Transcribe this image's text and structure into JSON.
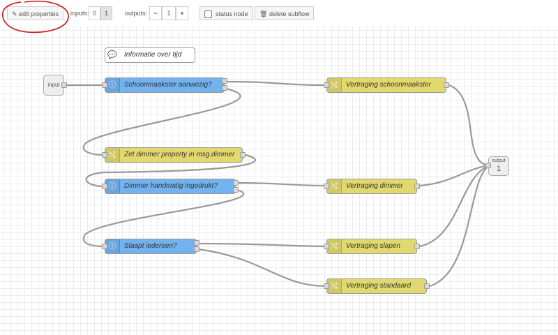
{
  "toolbar": {
    "edit_properties": "edit properties",
    "inputs_label": "inputs:",
    "inputs_options": [
      "0",
      "1"
    ],
    "outputs_label": "outputs:",
    "outputs_value": "1",
    "minus": "−",
    "plus": "+",
    "status_node": "status node",
    "delete_subflow": "delete subflow"
  },
  "flow": {
    "comment": "Informatie over tijd",
    "input_node": "input",
    "output_node": {
      "label": "output",
      "number": "1"
    },
    "switch_nodes": [
      "Schoonmaakster aanwezig?",
      "Dimmer handmatig ingedrukt?",
      "Slaapt iedereen?"
    ],
    "change_nodes": [
      "Zet dimmer property in msg.dimmer",
      "Vertraging schoonmaakster",
      "Vertraging dimmer",
      "Vertraging slapen",
      "Vertraging standaard"
    ]
  },
  "colors": {
    "switch": "#72b2ee",
    "change": "#e2d96e",
    "wire": "#999999",
    "annotation": "#cc1111"
  },
  "icons": [
    "pencil-icon",
    "checkbox-icon",
    "trash-icon",
    "info-icon",
    "shuffle-icon",
    "comment-icon"
  ]
}
